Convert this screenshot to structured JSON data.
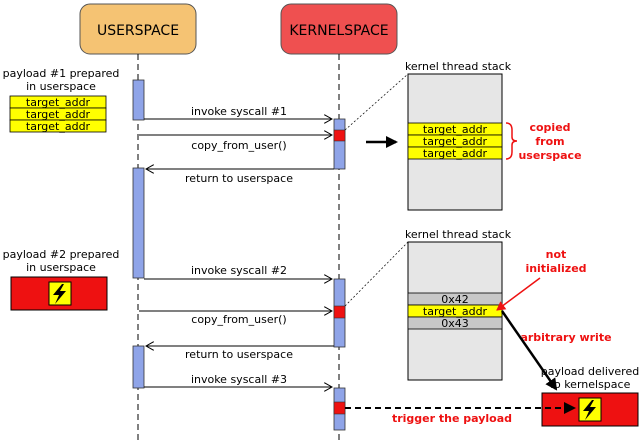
{
  "actors": {
    "userspace": {
      "label": "USERSPACE",
      "color": "#f5c373"
    },
    "kernelspace": {
      "label": "KERNELSPACE",
      "color": "#ef5050"
    }
  },
  "payload1": {
    "caption_line1": "payload #1 prepared",
    "caption_line2": "in userspace",
    "cells": [
      "target_addr",
      "target_addr",
      "target_addr"
    ]
  },
  "payload2": {
    "caption_line1": "payload #2 prepared",
    "caption_line2": "in userspace"
  },
  "messages": {
    "invoke1": "invoke syscall #1",
    "copy1": "copy_from_user()",
    "return1": "return to userspace",
    "invoke2": "invoke syscall #2",
    "copy2": "copy_from_user()",
    "return2": "return to userspace",
    "invoke3": "invoke syscall #3"
  },
  "stack1": {
    "title": "kernel thread stack",
    "cells": [
      "target_addr",
      "target_addr",
      "target_addr"
    ],
    "note_line1": "copied",
    "note_line2": "from",
    "note_line3": "userspace"
  },
  "stack2": {
    "title": "kernel thread stack",
    "cells": [
      "0x42",
      "target_addr",
      "0x43"
    ],
    "note_line1": "not",
    "note_line2": "initialized"
  },
  "annotations": {
    "arbitrary_write": "arbitrary write",
    "delivered_line1": "payload delivered",
    "delivered_line2": "to kernelspace",
    "trigger": "trigger the payload"
  },
  "colors": {
    "yellow_cell": "#ffff00",
    "gray_cell": "#c8c8c8",
    "stack_bg": "#e6e6e6",
    "activation": "#8fa4e8",
    "red_box": "#ee1111",
    "note_red": "#ee1111"
  },
  "icons": [
    "lightning-icon",
    "lightning-icon"
  ]
}
